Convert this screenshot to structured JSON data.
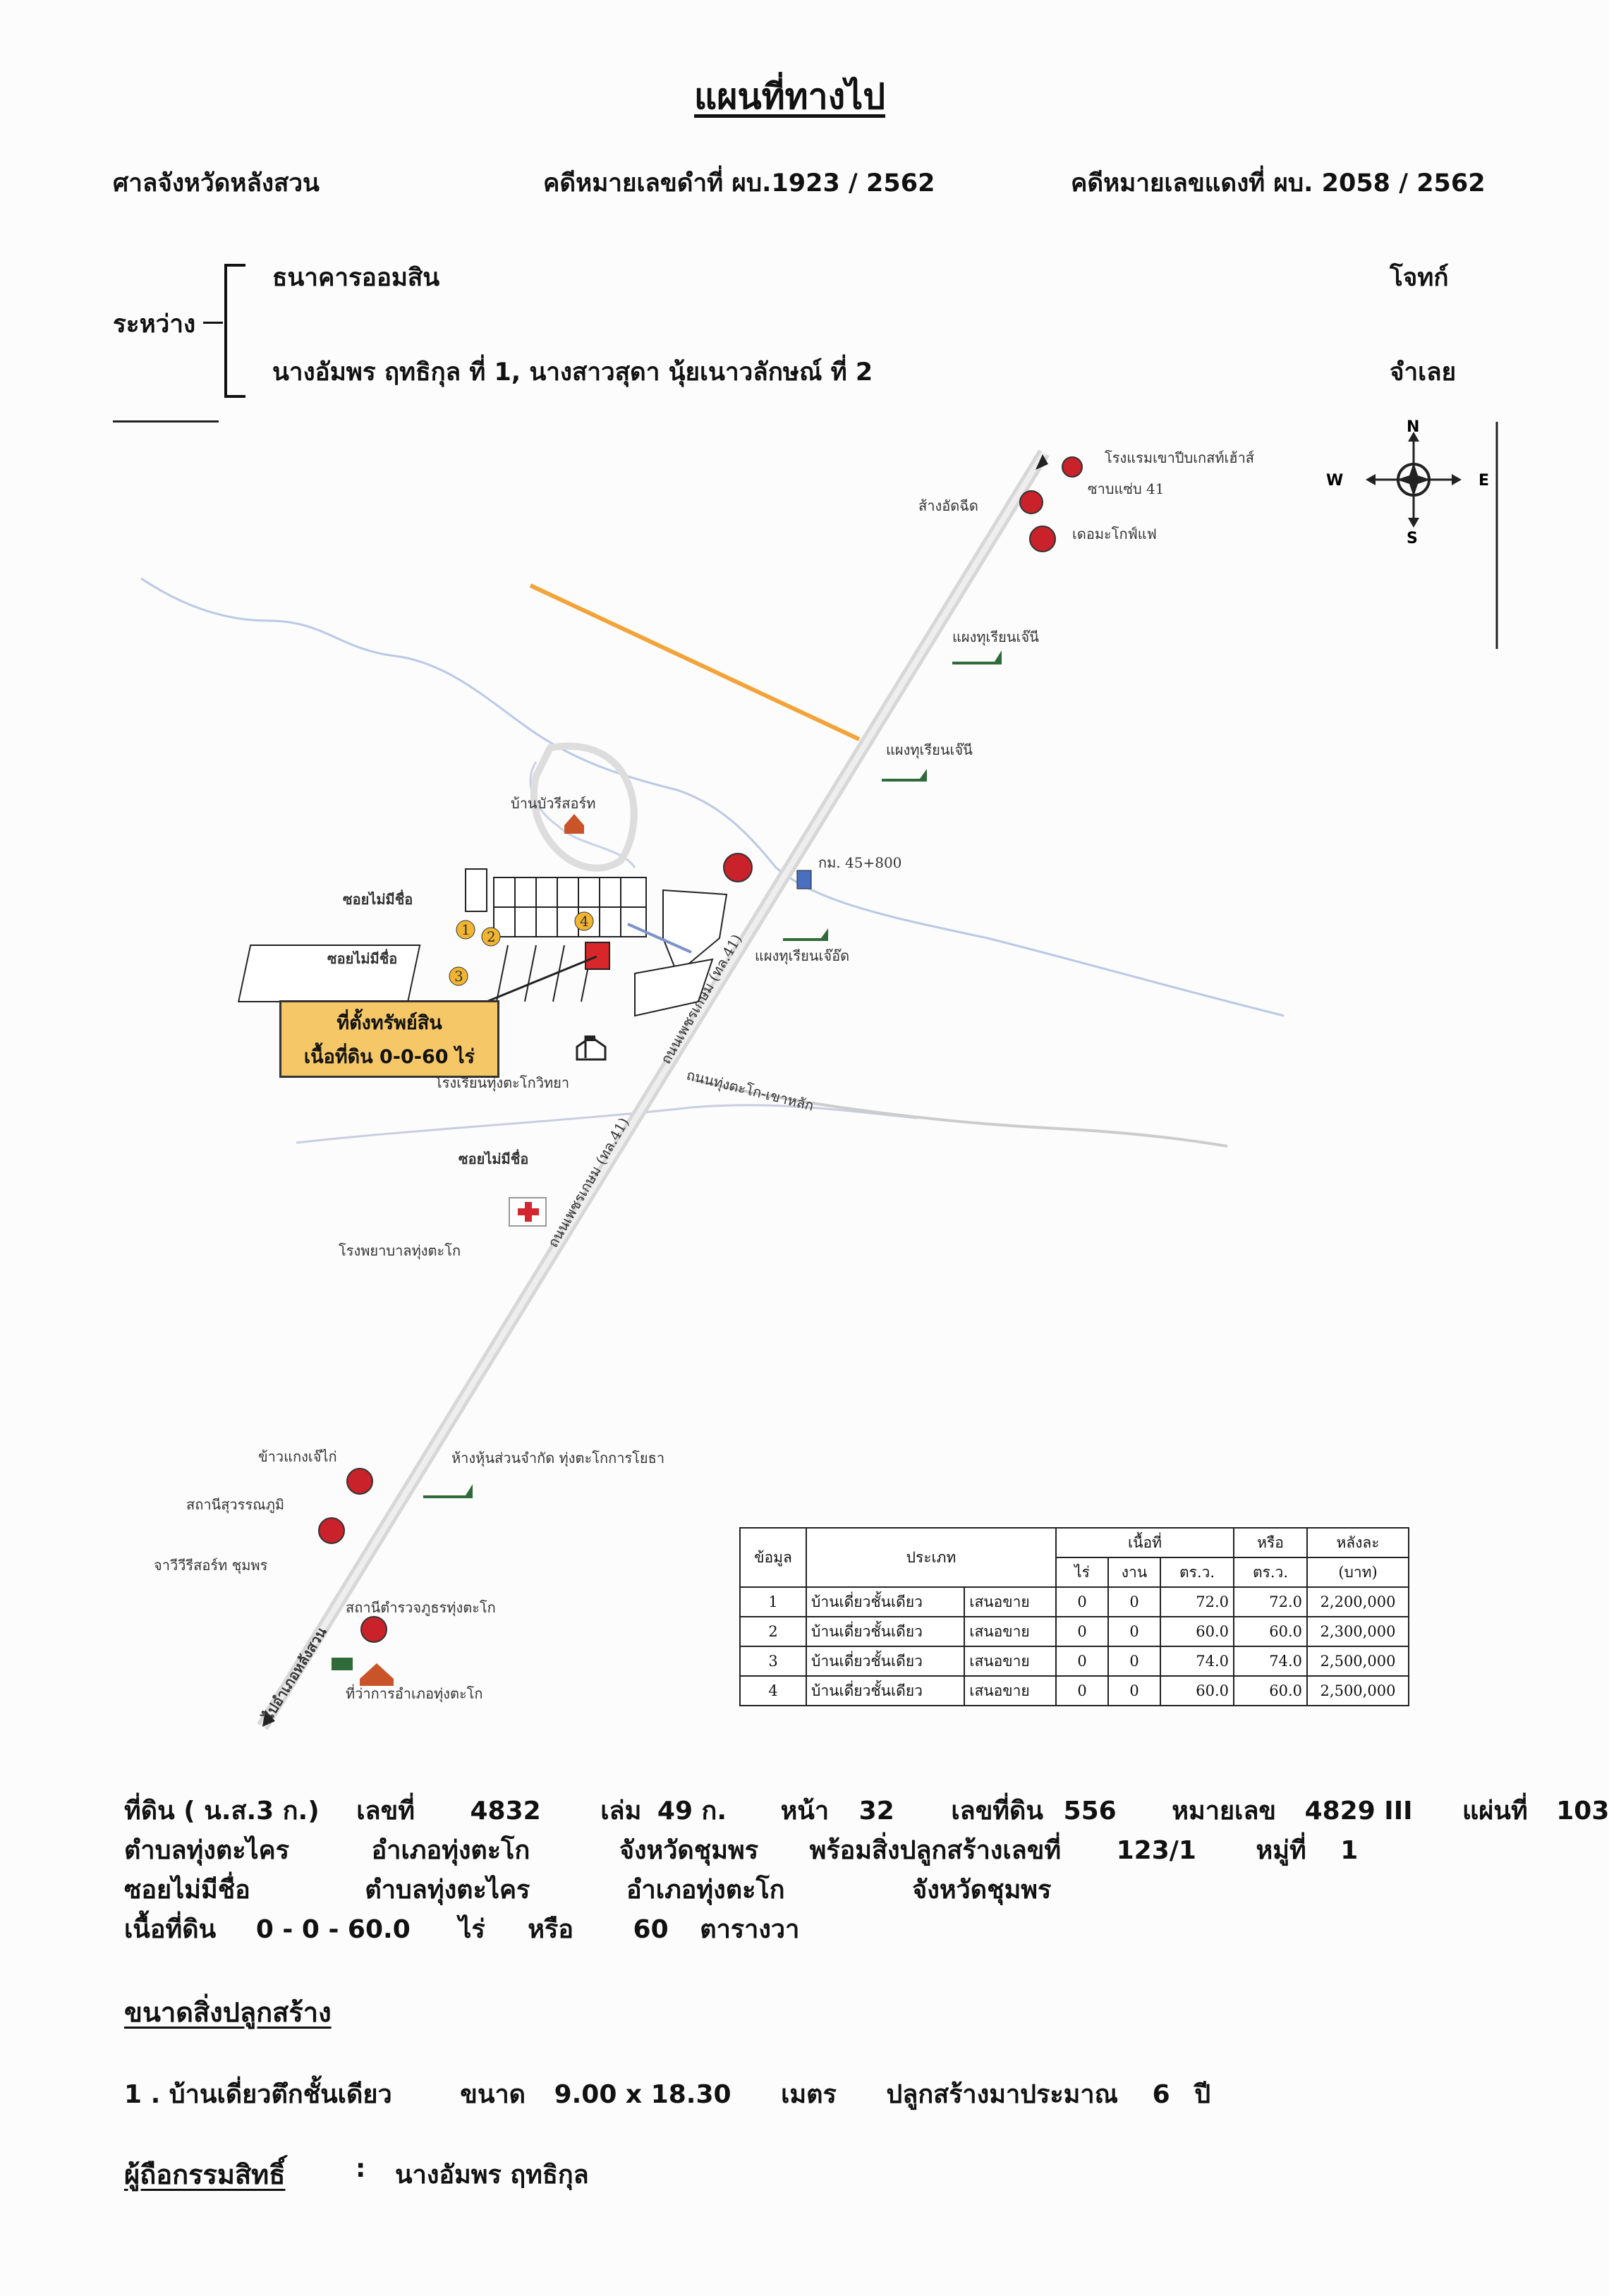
{
  "title": "แผนที่ทางไป",
  "header": {
    "court": "ศาลจังหวัดหลังสวน",
    "black_case": "คดีหมายเลขดำที่ ผบ.1923 / 2562",
    "red_case": "คดีหมายเลขแดงที่ ผบ. 2058 / 2562"
  },
  "parties": {
    "between_label": "ระหว่าง",
    "plaintiff": "ธนาคารออมสิน",
    "plaintiff_role": "โจทก์",
    "defendants": "นางอัมพร ฤทธิกุล ที่ 1, นางสาวสุดา นุ้ยเนาวลักษณ์ ที่ 2",
    "defendant_role": "จำเลย"
  },
  "compass": {
    "n": "N",
    "s": "S",
    "e": "E",
    "w": "W"
  },
  "map": {
    "labels": {
      "resort_top": "โรงแรมเขาปีบเกสท์เฮ้าส์",
      "shop_top": "ส้างอัดฉีด",
      "zap41": "ซาบแซ่บ 41",
      "coffee": "เดอมะโกฟ์แฟ",
      "durian1": "แผงทุเรียนเจ๊นี",
      "durian2": "แผงทุเรียนเจ๊นี",
      "resort_mid": "บ้านบัวรีสอร์ท",
      "km": "กม. 45+800",
      "durian3": "แผงทุเรียนเจ๊อ๊ด",
      "soi1": "ซอยไม่มีชื่อ",
      "soi2": "ซอยไม่มีชื่อ",
      "soi3": "ซอยไม่มีชื่อ",
      "school": "โรงเรียนทุ่งตะโกวิทยา",
      "road_side": "ถนนทุ่งตะโก-เขาหลัก",
      "highway1": "ถนนเพชรเกษม (ทล.41)",
      "highway2": "ถนนเพชรเกษม (ทล.41)",
      "hospital": "โรงพยาบาลทุ่งตะโก",
      "rice": "ข้าวแกงเจ๊ไก่",
      "store": "ห้างหุ้นส่วนจำกัด ทุ่งตะโกการโยธา",
      "station": "สถานีสุวรรณภูมิ",
      "resort_bottom": "จาวีวีรีสอร์ท ชุมพร",
      "police": "สถานีตำรวจภูธรทุ่งตะโก",
      "district": "ที่ว่าการอำเภอทุ่งตะโก",
      "to_langsuan": "ไปอำเภอหลังสวน",
      "lot1": "1",
      "lot2": "2",
      "lot3": "3",
      "lot4": "4"
    },
    "callout_line1": "ที่ตั้งทรัพย์สิน",
    "callout_line2": "เนื้อที่ดิน 0-0-60 ไร่"
  },
  "table": {
    "headers": {
      "no": "ข้อมูล",
      "type": "ประเภท",
      "area": "เนื้อที่",
      "or": "หรือ",
      "price": "หลังละ",
      "rai": "ไร่",
      "ngan": "งาน",
      "wa": "ตร.ว.",
      "wa2": "ตร.ว.",
      "baht": "(บาท)"
    },
    "rows": [
      {
        "no": "1",
        "type": "บ้านเดี่ยวชั้นเดียว",
        "offer": "เสนอขาย",
        "rai": "0",
        "ngan": "0",
        "wa": "72.0",
        "wa2": "72.0",
        "price": "2,200,000"
      },
      {
        "no": "2",
        "type": "บ้านเดี่ยวชั้นเดียว",
        "offer": "เสนอขาย",
        "rai": "0",
        "ngan": "0",
        "wa": "60.0",
        "wa2": "60.0",
        "price": "2,300,000"
      },
      {
        "no": "3",
        "type": "บ้านเดี่ยวชั้นเดียว",
        "offer": "เสนอขาย",
        "rai": "0",
        "ngan": "0",
        "wa": "74.0",
        "wa2": "74.0",
        "price": "2,500,000"
      },
      {
        "no": "4",
        "type": "บ้านเดี่ยวชั้นเดียว",
        "offer": "เสนอขาย",
        "rai": "0",
        "ngan": "0",
        "wa": "60.0",
        "wa2": "60.0",
        "price": "2,500,000"
      }
    ]
  },
  "land_info": {
    "line1": [
      "ที่ดิน ( น.ส.3 ก.)",
      "เลขที่",
      "4832",
      "เล่ม",
      "49 ก.",
      "หน้า",
      "32",
      "เลขที่ดิน",
      "556",
      "หมายเลข",
      "4829 III",
      "แผ่นที่",
      "103"
    ],
    "line2": [
      "ตำบลทุ่งตะไคร",
      "อำเภอทุ่งตะโก",
      "จังหวัดชุมพร",
      "พร้อมสิ่งปลูกสร้างเลขที่",
      "123/1",
      "หมู่ที่",
      "1"
    ],
    "line3": [
      "ซอยไม่มีชื่อ",
      "ตำบลทุ่งตะไคร",
      "อำเภอทุ่งตะโก",
      "จังหวัดชุมพร"
    ],
    "line4": [
      "เนื้อที่ดิน",
      "0 - 0 - 60.0",
      "ไร่",
      "หรือ",
      "60",
      "ตารางวา"
    ]
  },
  "building": {
    "heading": "ขนาดสิ่งปลูกสร้าง",
    "item": [
      "1 . บ้านเดี่ยวตึกชั้นเดียว",
      "ขนาด",
      "9.00 x 18.30",
      "เมตร",
      "ปลูกสร้างมาประมาณ",
      "6",
      "ปี"
    ]
  },
  "owner": {
    "label": "ผู้ถือกรรมสิทธิ์",
    "colon": ":",
    "name": "นางอัมพร ฤทธิกุล"
  }
}
